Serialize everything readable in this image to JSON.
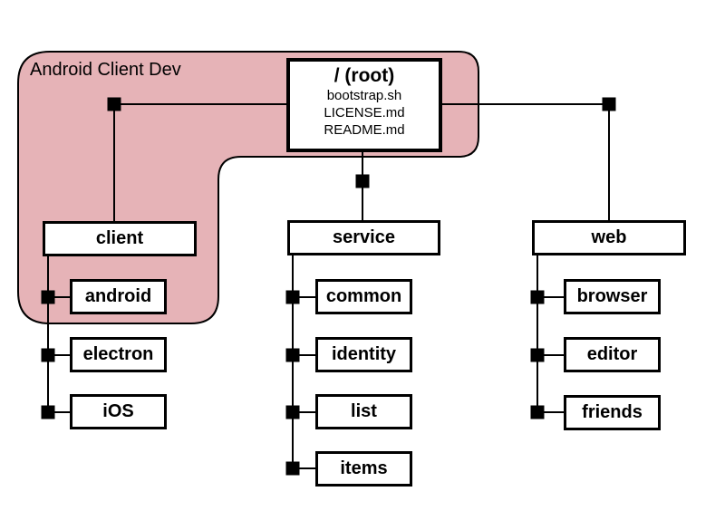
{
  "diagram": {
    "group_label": "Android Client Dev",
    "colors": {
      "highlight_fill": "#e6b3b7",
      "stroke": "#000000",
      "node_fill": "#ffffff"
    },
    "root": {
      "title": "/ (root)",
      "files": [
        "bootstrap.sh",
        "LICENSE.md",
        "README.md"
      ]
    },
    "branches": [
      {
        "label": "client",
        "children": [
          "android",
          "electron",
          "iOS"
        ]
      },
      {
        "label": "service",
        "children": [
          "common",
          "identity",
          "list",
          "items"
        ]
      },
      {
        "label": "web",
        "children": [
          "browser",
          "editor",
          "friends"
        ]
      }
    ]
  }
}
